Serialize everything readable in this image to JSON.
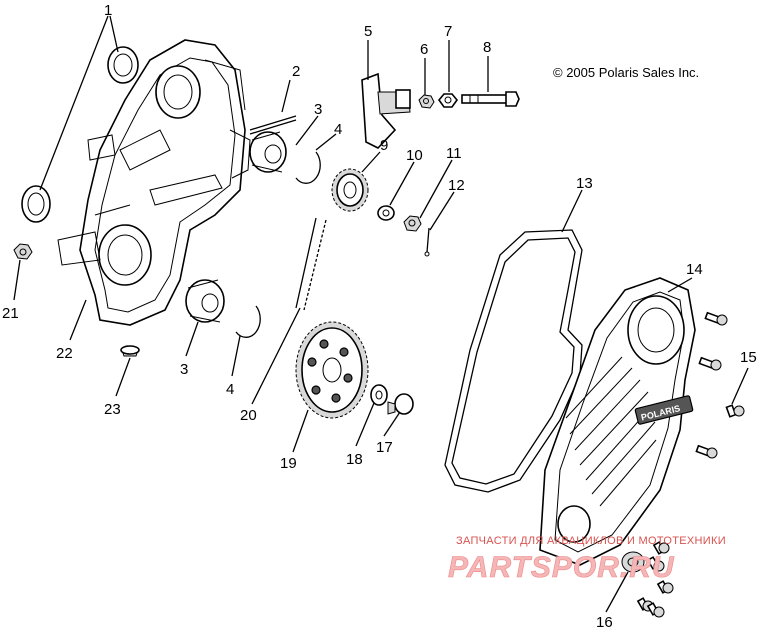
{
  "copyright": "© 2005 Polaris Sales Inc.",
  "watermark": {
    "line1": "ЗАПЧАСТИ ДЛЯ АКВАЦИКЛОВ И МОТОТЕХНИКИ",
    "line2": "PARTSPOR.RU"
  },
  "logo_text": "POLARIS",
  "callouts": {
    "c1": "1",
    "c2": "2",
    "c3a": "3",
    "c3b": "3",
    "c4a": "4",
    "c4b": "4",
    "c5": "5",
    "c6": "6",
    "c7": "7",
    "c8": "8",
    "c9": "9",
    "c10": "10",
    "c11": "11",
    "c12": "12",
    "c13": "13",
    "c14": "14",
    "c15": "15",
    "c16": "16",
    "c17": "17",
    "c18": "18",
    "c19": "19",
    "c20": "20",
    "c21": "21",
    "c22": "22",
    "c23": "23"
  },
  "colors": {
    "line": "#000000",
    "watermark": "#d9534f"
  }
}
